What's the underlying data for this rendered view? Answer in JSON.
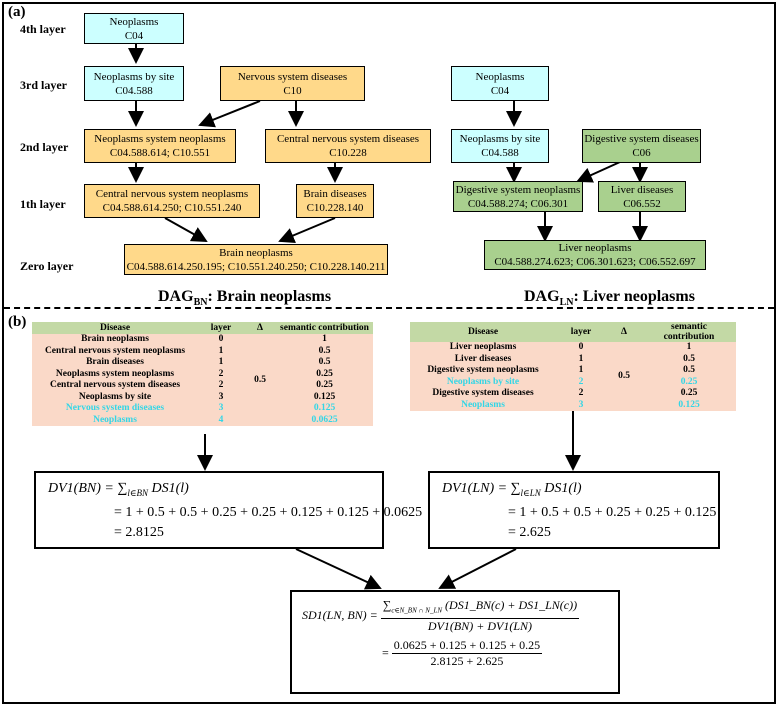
{
  "panels": {
    "a": "(a)",
    "b": "(b)"
  },
  "layers": {
    "l4": "4th layer",
    "l3": "3rd layer",
    "l2": "2nd layer",
    "l1": "1th layer",
    "l0": "Zero layer"
  },
  "bn_nodes": {
    "neoplasms": {
      "name": "Neoplasms",
      "code": "C04"
    },
    "neo_by_site": {
      "name": "Neoplasms by site",
      "code": "C04.588"
    },
    "nervous": {
      "name": "Nervous system diseases",
      "code": "C10"
    },
    "neo_system": {
      "name": "Neoplasms system neoplasms",
      "code": "C04.588.614; C10.551"
    },
    "cns_diseases": {
      "name": "Central nervous system diseases",
      "code": "C10.228"
    },
    "cns_neoplasms": {
      "name": "Central nervous system neoplasms",
      "code": "C04.588.614.250; C10.551.240"
    },
    "brain_diseases": {
      "name": "Brain diseases",
      "code": "C10.228.140"
    },
    "brain_neoplasms": {
      "name": "Brain neoplasms",
      "code": "C04.588.614.250.195; C10.551.240.250; C10.228.140.211"
    }
  },
  "ln_nodes": {
    "neoplasms": {
      "name": "Neoplasms",
      "code": "C04"
    },
    "neo_by_site": {
      "name": "Neoplasms by site",
      "code": "C04.588"
    },
    "digestive": {
      "name": "Digestive system diseases",
      "code": "C06"
    },
    "dig_neoplasms": {
      "name": "Digestive system neoplasms",
      "code": "C04.588.274; C06.301"
    },
    "liver_diseases": {
      "name": "Liver diseases",
      "code": "C06.552"
    },
    "liver_neoplasms": {
      "name": "Liver neoplasms",
      "code": "C04.588.274.623; C06.301.623; C06.552.697"
    }
  },
  "dag_titles": {
    "bn": {
      "prefix": "DAG",
      "sub": "BN",
      "suffix": ": Brain neoplasms"
    },
    "ln": {
      "prefix": "DAG",
      "sub": "LN",
      "suffix": ": Liver neoplasms"
    }
  },
  "table_headers": [
    "Disease",
    "layer",
    "Δ",
    "semantic contribution"
  ],
  "bn_table": {
    "delta": "0.5",
    "rows": [
      {
        "disease": "Brain neoplasms",
        "layer": "0",
        "sc": "1",
        "highlight": false
      },
      {
        "disease": "Central nervous system neoplasms",
        "layer": "1",
        "sc": "0.5",
        "highlight": false
      },
      {
        "disease": "Brain diseases",
        "layer": "1",
        "sc": "0.5",
        "highlight": false
      },
      {
        "disease": "Neoplasms system neoplasms",
        "layer": "2",
        "sc": "0.25",
        "highlight": false
      },
      {
        "disease": "Central nervous system diseases",
        "layer": "2",
        "sc": "0.25",
        "highlight": false
      },
      {
        "disease": "Neoplasms by site",
        "layer": "3",
        "sc": "0.125",
        "highlight": false
      },
      {
        "disease": "Nervous system diseases",
        "layer": "3",
        "sc": "0.125",
        "highlight": true
      },
      {
        "disease": "Neoplasms",
        "layer": "4",
        "sc": "0.0625",
        "highlight": true
      }
    ]
  },
  "ln_table": {
    "delta": "0.5",
    "rows": [
      {
        "disease": "Liver neoplasms",
        "layer": "0",
        "sc": "1",
        "highlight": false
      },
      {
        "disease": "Liver diseases",
        "layer": "1",
        "sc": "0.5",
        "highlight": false
      },
      {
        "disease": "Digestive system neoplasms",
        "layer": "1",
        "sc": "0.5",
        "highlight": false
      },
      {
        "disease": "Neoplasms by site",
        "layer": "2",
        "sc": "0.25",
        "highlight": true
      },
      {
        "disease": "Digestive system diseases",
        "layer": "2",
        "sc": "0.25",
        "highlight": false
      },
      {
        "disease": "Neoplasms",
        "layer": "3",
        "sc": "0.125",
        "highlight": true
      }
    ]
  },
  "formulas": {
    "bn": {
      "line1_lhs": "DV1(BN) = ∑",
      "line1_sub": "l∈BN",
      "line1_rhs": " DS1(l)",
      "line2": "= 1 + 0.5 + 0.5 + 0.25 + 0.25 + 0.125 + 0.125 + 0.0625",
      "line3": "= 2.8125"
    },
    "ln": {
      "line1_lhs": "DV1(LN) = ∑",
      "line1_sub": "l∈LN",
      "line1_rhs": " DS1(l)",
      "line2": "= 1 + 0.5 + 0.5 + 0.25 + 0.25 + 0.125",
      "line3": "= 2.625"
    },
    "sd": {
      "lhs": "SD1(LN, BN) =",
      "num_sum": "∑",
      "num_sub": "c∈N_BN ∩ N_LN",
      "num_rest": " (DS1_BN(c) + DS1_LN(c))",
      "den": "DV1(BN) + DV1(LN)",
      "num2": "0.0625 + 0.125 + 0.125 + 0.25",
      "den2": "2.8125 + 2.625"
    }
  }
}
